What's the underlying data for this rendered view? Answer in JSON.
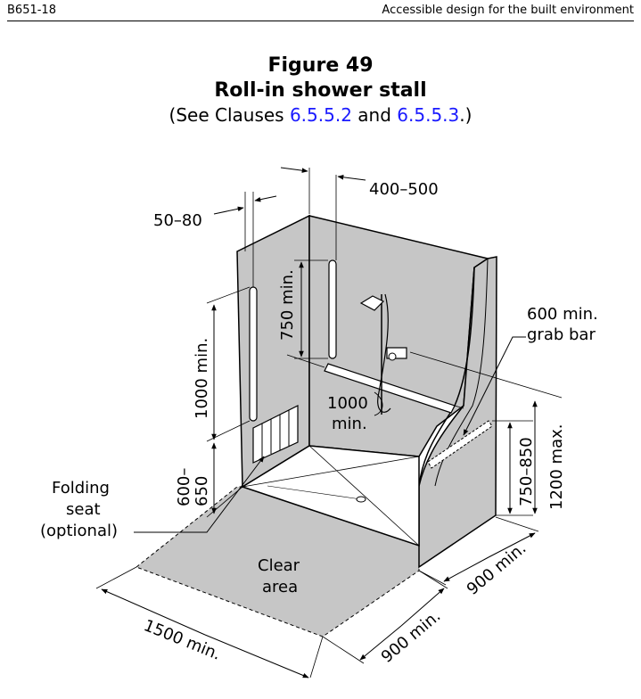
{
  "header": {
    "doc_id": "B651-18",
    "doc_title": "Accessible design for the built environment"
  },
  "figure": {
    "number": "Figure 49",
    "title": "Roll-in shower stall",
    "ref_prefix": "(See Clauses",
    "ref_link1": "6.5.5.2",
    "ref_and": "and",
    "ref_link2": "6.5.5.3",
    "ref_suffix": ".)"
  },
  "dimensions": {
    "d_50_80": "50–80",
    "d_400_500": "400–500",
    "d_750_min": "750 min.",
    "d_1000_min_v": "1000 min.",
    "d_600_650_a": "600–",
    "d_600_650_b": "650",
    "d_1000_h_a": "1000",
    "d_1000_h_b": "min.",
    "d_600_grab_a": "600 min.",
    "d_600_grab_b": "grab bar",
    "d_750_850": "750–850",
    "d_1200_max": "1200 max.",
    "d_900_min_right": "900 min.",
    "d_900_min_front": "900 min.",
    "d_1500_min": "1500 min."
  },
  "labels": {
    "folding_1": "Folding",
    "folding_2": "seat",
    "folding_3": "(optional)",
    "clear_1": "Clear",
    "clear_2": "area"
  },
  "colors": {
    "wall": "#c6c6c6",
    "floor": "#ffffff",
    "clear_area": "#c6c6c6",
    "link": "#1a1aff"
  }
}
